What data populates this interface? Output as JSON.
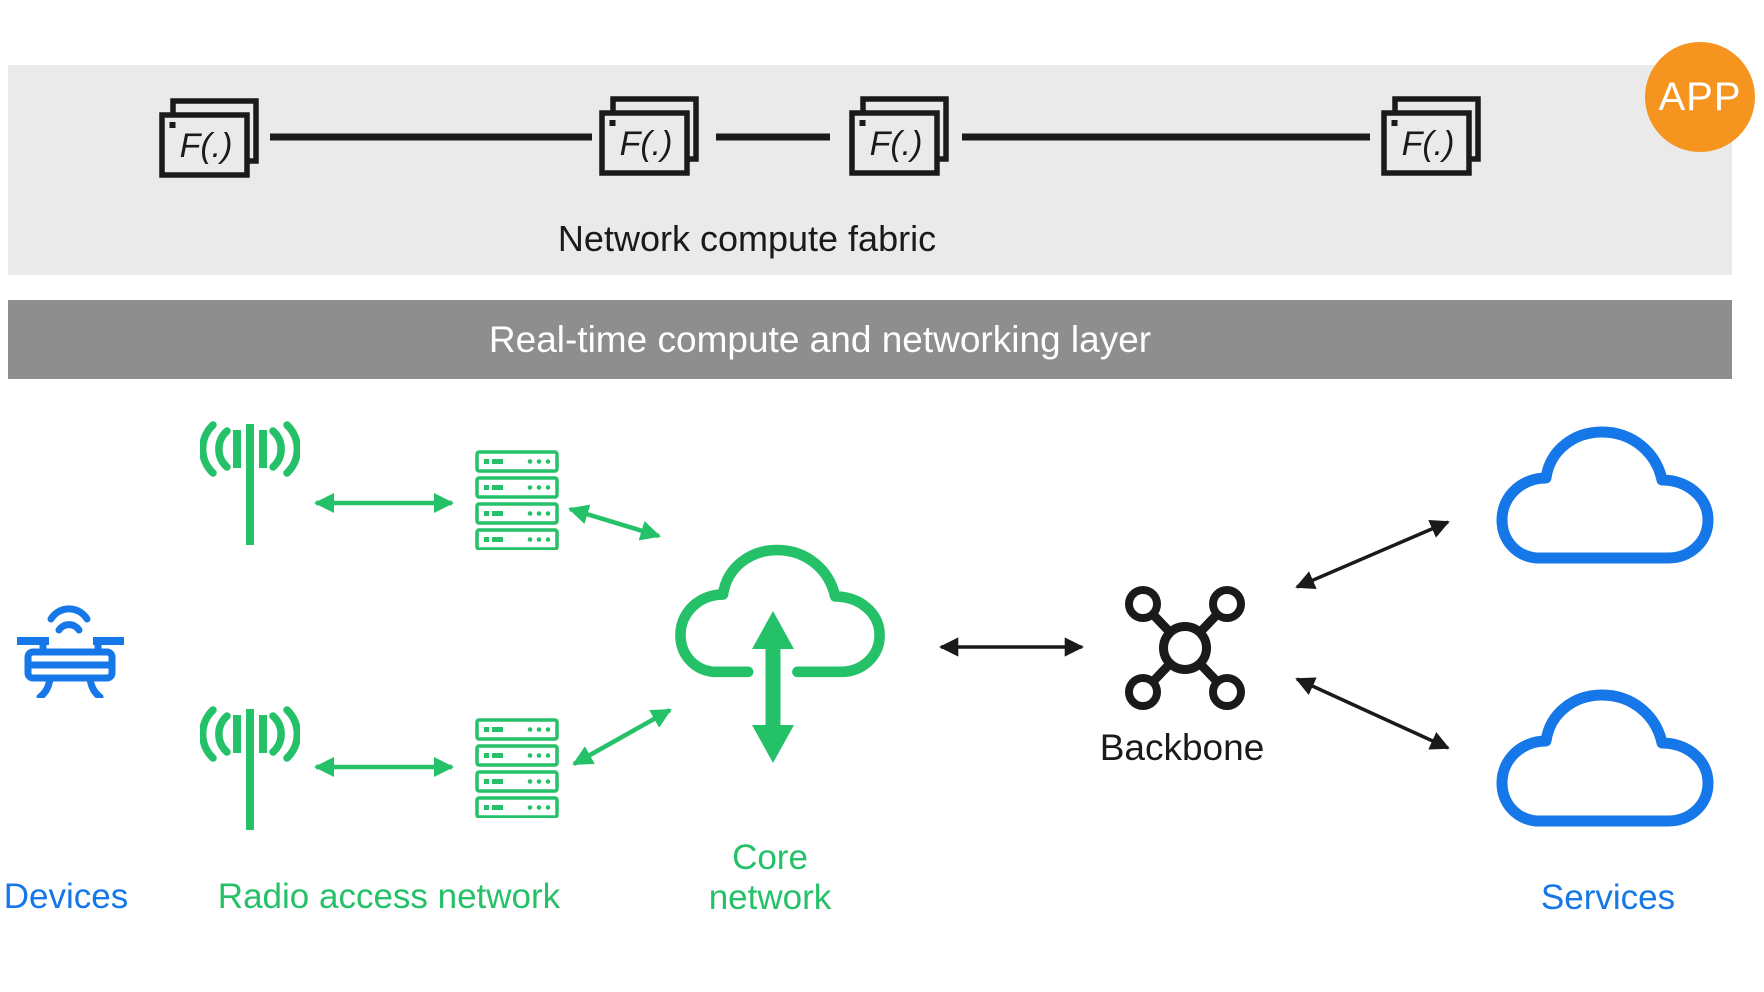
{
  "colors": {
    "band_light": "#eaeaea",
    "band_dark": "#8e8e8e",
    "green": "#25c168",
    "blue": "#1677e8",
    "orange": "#f5941e",
    "black": "#1a1a1a",
    "white": "#ffffff"
  },
  "top_band": {
    "title": "Network compute fabric",
    "function_box_label": "F(.)",
    "app_badge_label": "APP"
  },
  "middle_band": {
    "title": "Real-time compute and networking layer"
  },
  "diagram": {
    "devices_label": "Devices",
    "ran_label": "Radio access network",
    "core_label_line1": "Core",
    "core_label_line2": "network",
    "backbone_label": "Backbone",
    "services_label": "Services"
  }
}
